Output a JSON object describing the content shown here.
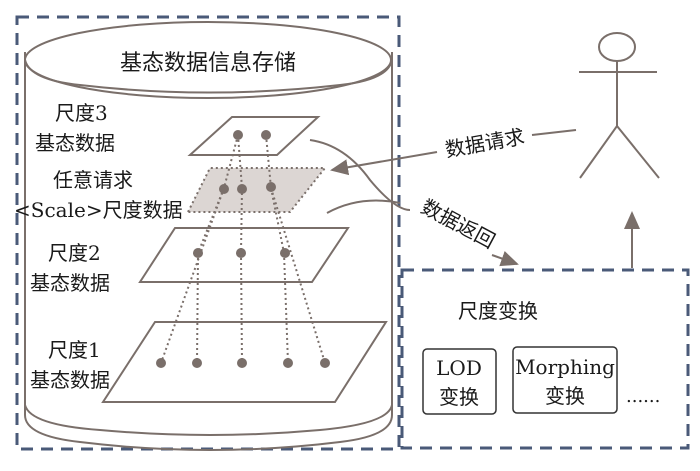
{
  "diagram": {
    "storage": {
      "title": "基态数据信息存储",
      "layers": [
        {
          "id": "scale3",
          "label_line1": "尺度3",
          "label_line2": "基态数据",
          "nodes": 2
        },
        {
          "id": "request",
          "label_line1": "任意请求",
          "label_line2": "<Scale>尺度数据",
          "nodes": 3
        },
        {
          "id": "scale2",
          "label_line1": "尺度2",
          "label_line2": "基态数据",
          "nodes": 3
        },
        {
          "id": "scale1",
          "label_line1": "尺度1",
          "label_line2": "基态数据",
          "nodes": 5
        }
      ]
    },
    "arrows": {
      "request_label": "数据请求",
      "return_label": "数据返回"
    },
    "actor": {
      "name": "user-actor"
    },
    "transform": {
      "title": "尺度变换",
      "methods": [
        {
          "line1": "LOD",
          "line2": "变换"
        },
        {
          "line1": "Morphing",
          "line2": "变换"
        }
      ],
      "more": "......"
    },
    "colors": {
      "stroke": "#7a6f6a",
      "dashed_border": "#4a5a78",
      "request_plane_fill": "#dcd6d3"
    }
  }
}
